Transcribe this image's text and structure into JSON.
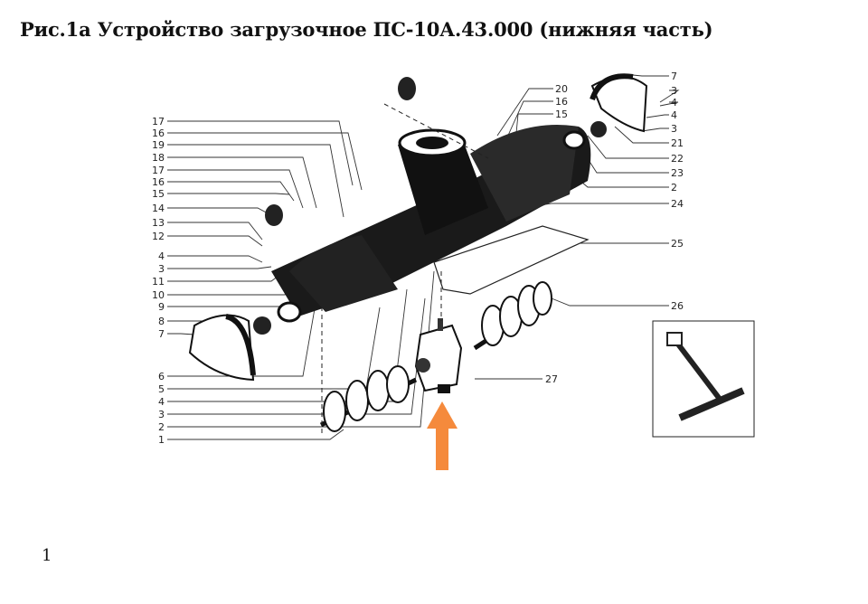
{
  "title": "Рис.1а Устройство загрузочное ПС-10А.43.000 (нижняя часть)",
  "page_number": "1",
  "colors": {
    "arrow": "#f58a3c",
    "ink": "#1a1a1a"
  },
  "left_callouts": [
    "17",
    "16",
    "19",
    "18",
    "17",
    "16",
    "15",
    "14",
    "13",
    "12",
    "4",
    "3",
    "11",
    "10",
    "9",
    "8",
    "7",
    "6",
    "5",
    "4",
    "3",
    "2",
    "1"
  ],
  "top_right_callouts": [
    "20",
    "16",
    "15"
  ],
  "right_callouts": [
    "7",
    "3",
    "4",
    "4",
    "3",
    "21",
    "22",
    "23",
    "2",
    "24",
    "25",
    "26"
  ],
  "bottom_callout": "27"
}
